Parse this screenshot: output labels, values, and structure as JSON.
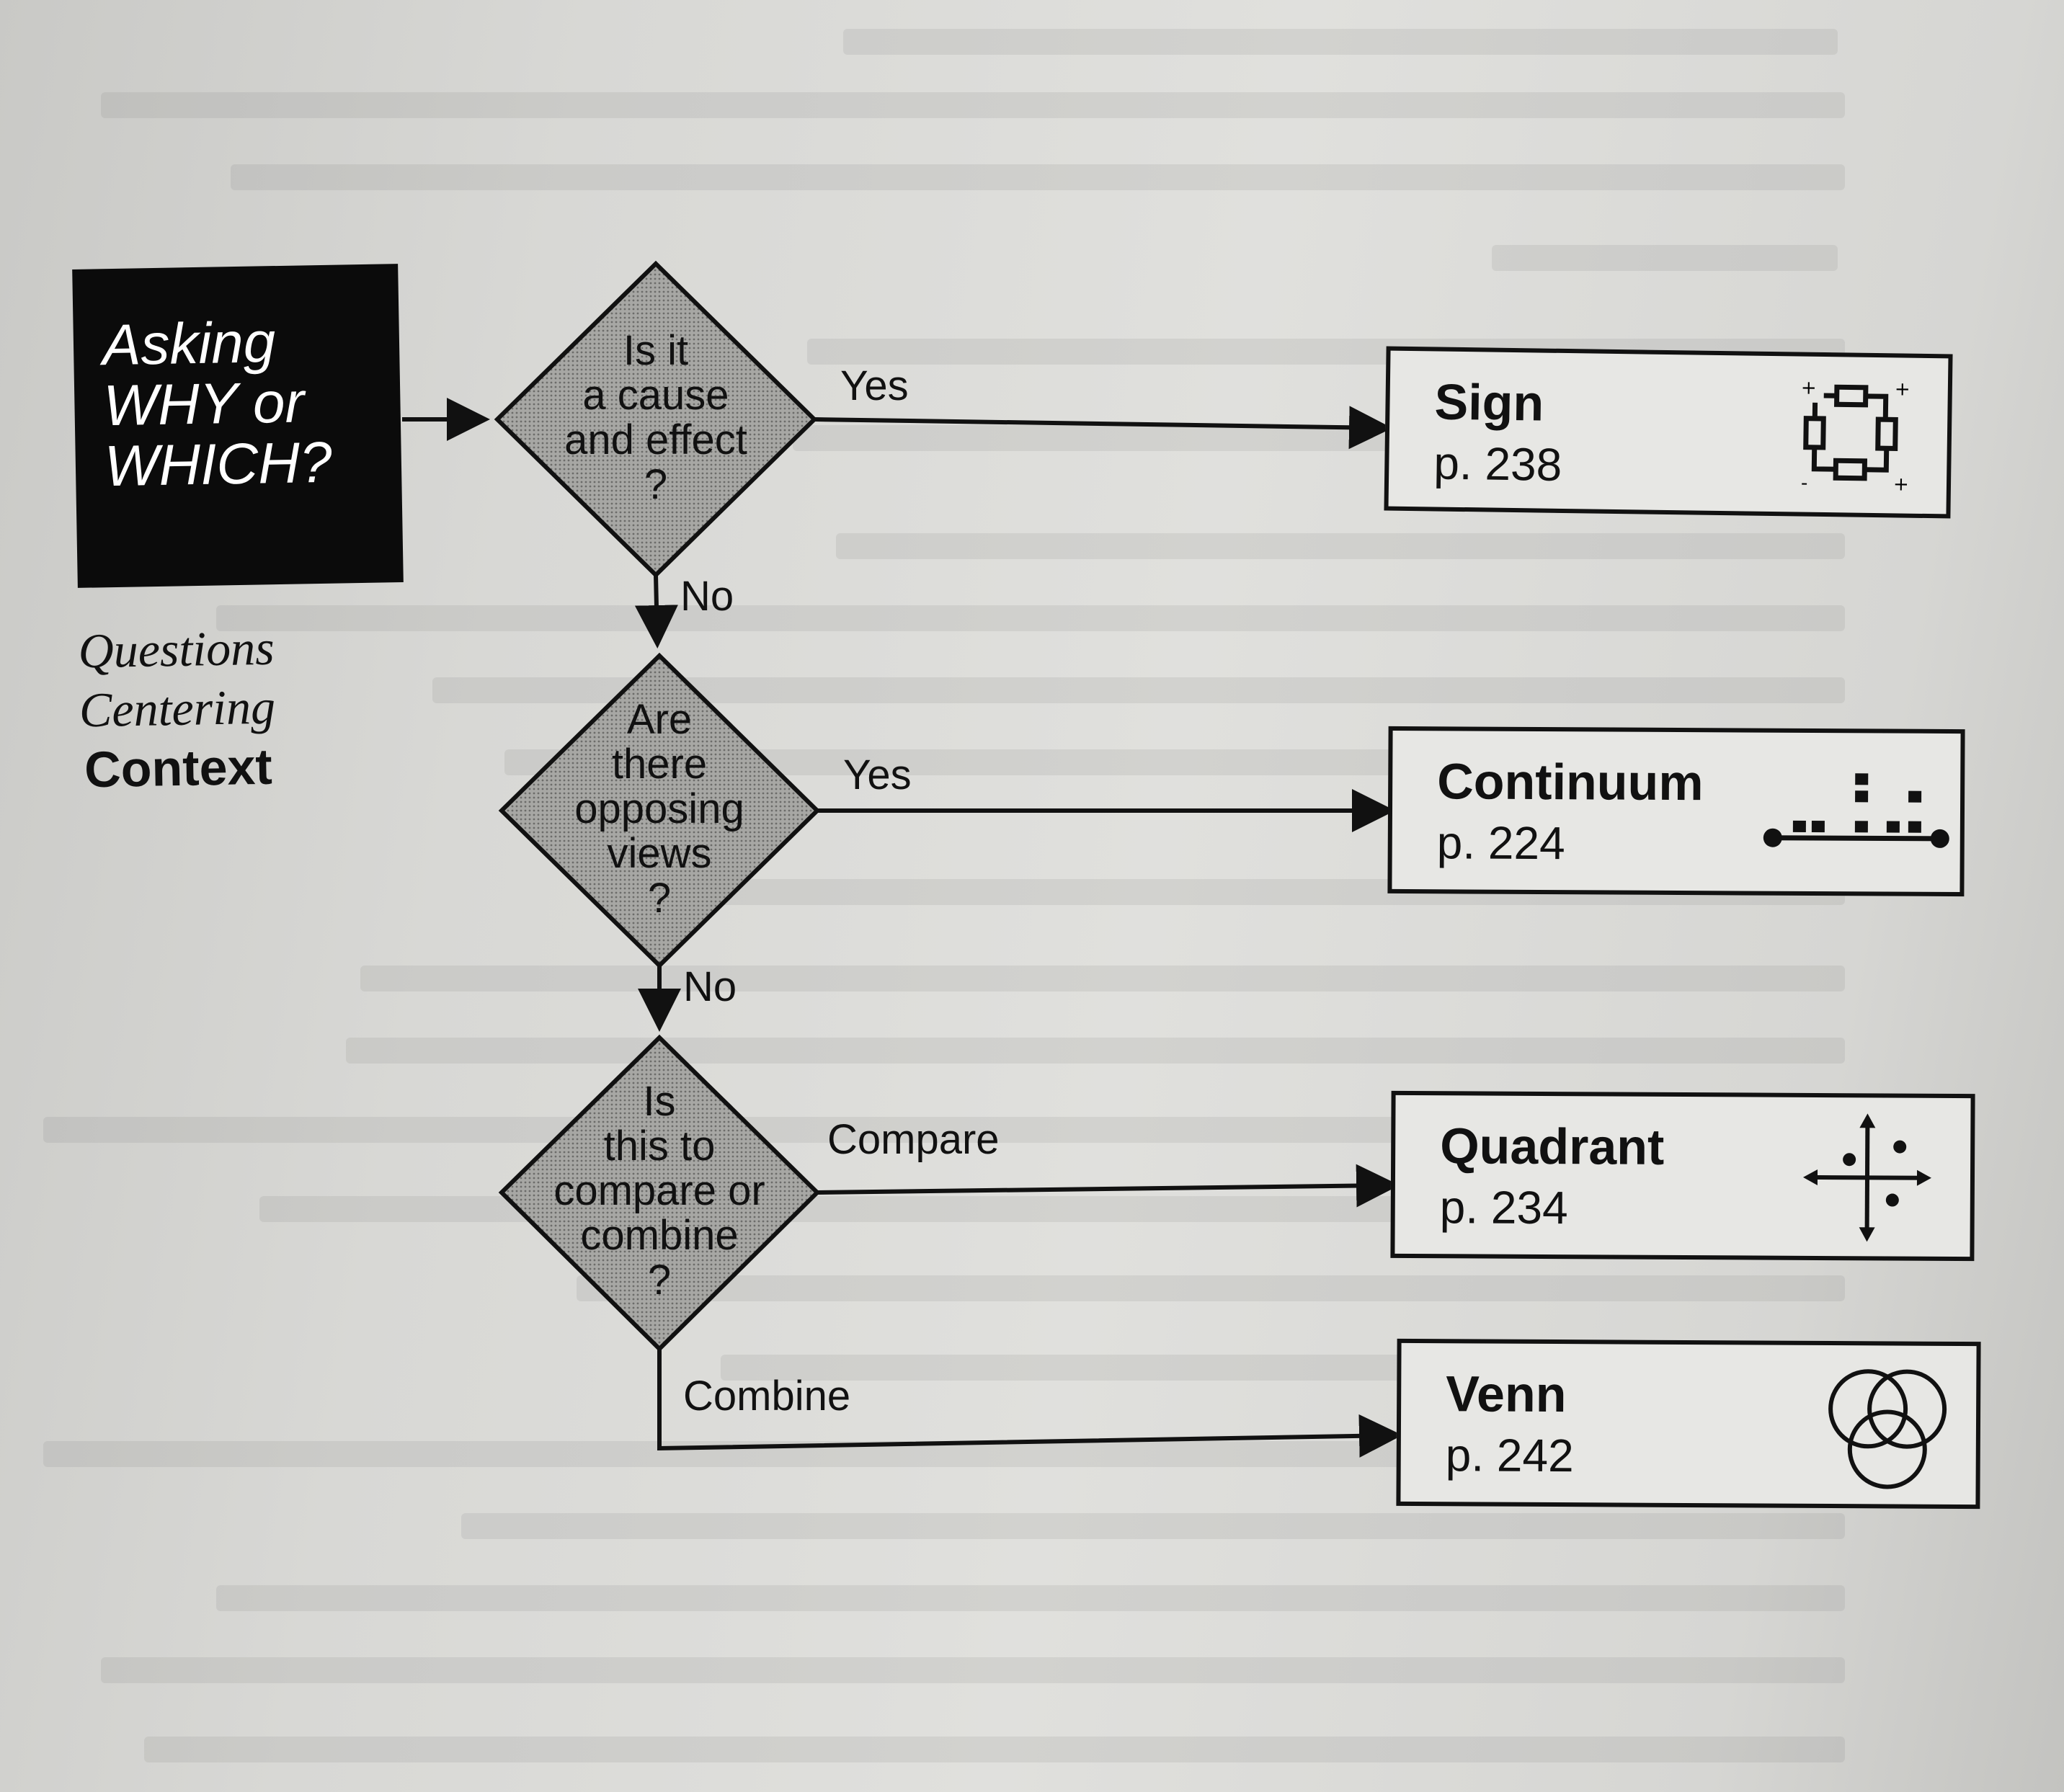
{
  "start": {
    "text": "Asking\nWHY or\nWHICH?"
  },
  "subtitle": {
    "line1": "Questions",
    "line2": "Centering",
    "line3": "Context"
  },
  "decisions": [
    {
      "text": "Is it\na cause\nand effect\n?",
      "yes_label": "Yes",
      "no_label": "No"
    },
    {
      "text": "Are\nthere\nopposing\nviews\n?",
      "yes_label": "Yes",
      "no_label": "No"
    },
    {
      "text": "Is\nthis to\ncompare or\ncombine\n?",
      "compare_label": "Compare",
      "combine_label": "Combine"
    }
  ],
  "outcomes": [
    {
      "name": "Sign",
      "page": "p. 238",
      "icon": "sign-cycle-icon"
    },
    {
      "name": "Continuum",
      "page": "p. 224",
      "icon": "continuum-icon"
    },
    {
      "name": "Quadrant",
      "page": "p. 234",
      "icon": "quadrant-icon"
    },
    {
      "name": "Venn",
      "page": "p. 242",
      "icon": "venn-icon"
    }
  ],
  "colors": {
    "box": "#0b0b0b",
    "diamond_fill": "#9c9c9a",
    "line": "#111111"
  }
}
